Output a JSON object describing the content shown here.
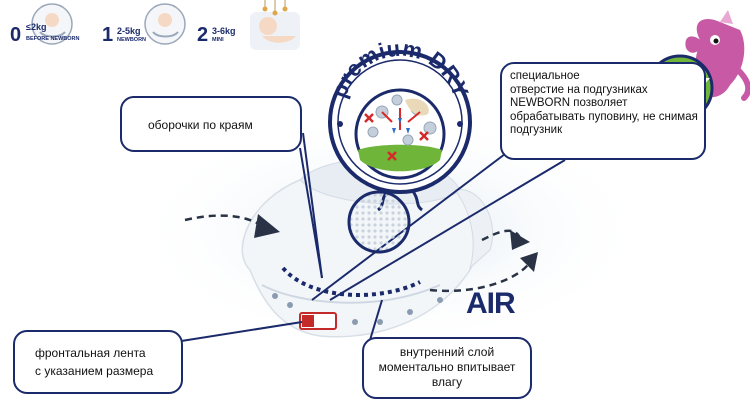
{
  "stages": [
    {
      "num": "0",
      "weight": "≤2kg",
      "label": "before NEWBORN"
    },
    {
      "num": "1",
      "weight": "2-5kg",
      "label": "NEWBORN"
    },
    {
      "num": "2",
      "weight": "3-6kg",
      "label": "MINI"
    }
  ],
  "badge": {
    "text": "premium DRY"
  },
  "air_label": "AIR",
  "callouts": {
    "frills": {
      "lines": [
        "оборочки по краям"
      ]
    },
    "opening": {
      "lines": [
        "специальное",
        "отверстие на подгузниках",
        "NEWBORN позволяет",
        "обрабатывать пуповину, не снимая",
        "подгузник"
      ]
    },
    "tape": {
      "lines": [
        "фронтальная лента",
        "с указанием размера"
      ]
    },
    "inner_layer": {
      "lines": [
        "внутренний слой",
        "моментально впитывает",
        "влагу"
      ]
    }
  },
  "colors": {
    "navy": "#1b2a6b",
    "magenta": "#d63a8e",
    "green": "#6fb53a",
    "red": "#d62a2a"
  }
}
